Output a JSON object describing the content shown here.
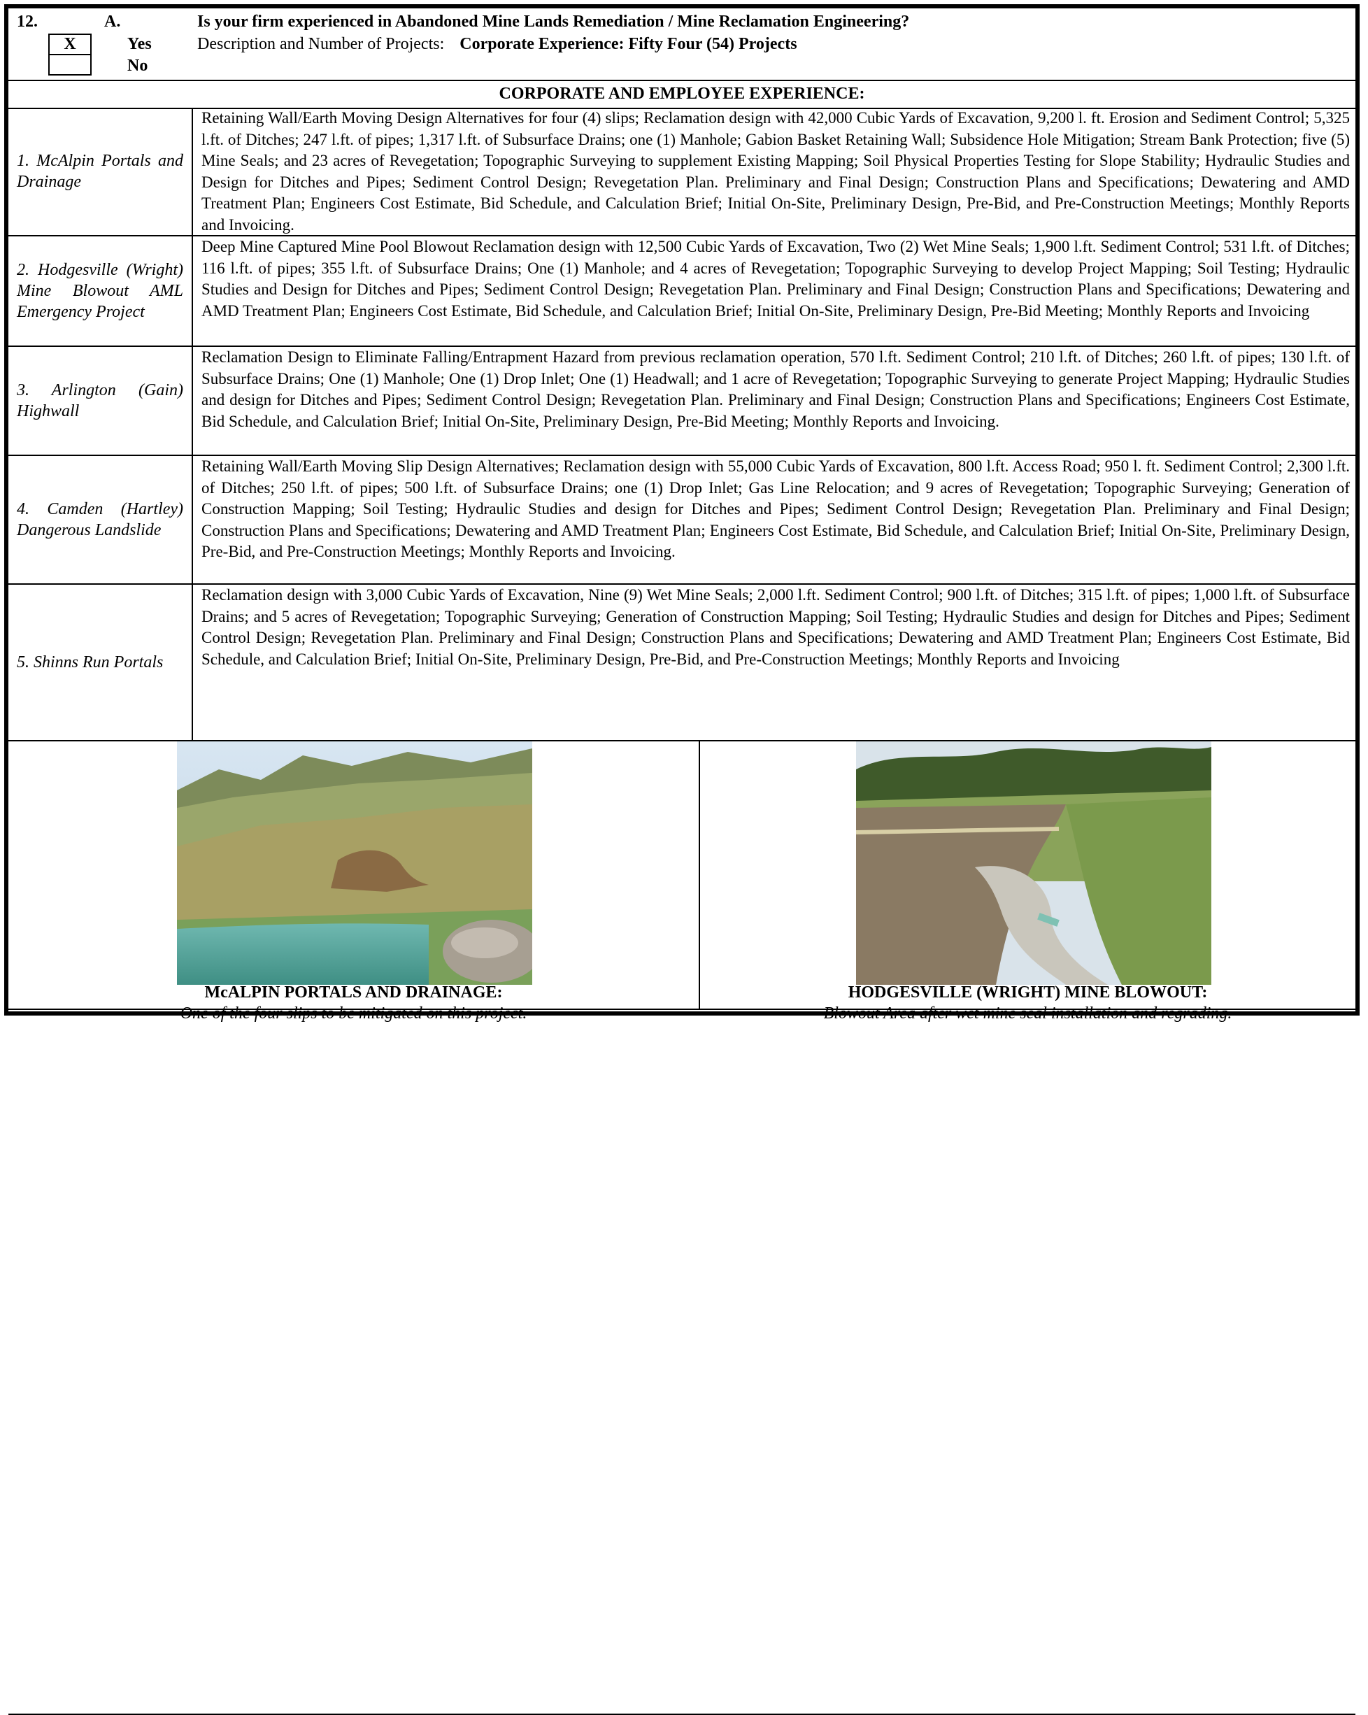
{
  "header": {
    "number": "12.",
    "letter": "A.",
    "question": "Is your firm experienced in Abandoned Mine Lands Remediation / Mine Reclamation Engineering?",
    "checkbox_yes_mark": "X",
    "checkbox_no_mark": "",
    "yes_label": "Yes",
    "no_label": "No",
    "description_label": "Description and Number of Projects:",
    "description_value": "Corporate Experience:  Fifty Four (54) Projects"
  },
  "section_title": "CORPORATE AND EMPLOYEE EXPERIENCE:",
  "projects": [
    {
      "name": "1. McAlpin Portals and Drainage",
      "description": "Retaining Wall/Earth Moving Design Alternatives for four (4) slips; Reclamation design with 42,000 Cubic Yards of Excavation, 9,200 l. ft. Erosion and Sediment Control; 5,325 l.ft. of Ditches; 247 l.ft. of pipes; 1,317 l.ft. of Subsurface Drains; one (1) Manhole;  Gabion Basket Retaining Wall; Subsidence Hole Mitigation; Stream Bank Protection; five (5) Mine Seals; and 23 acres of Revegetation; Topographic Surveying to supplement Existing Mapping; Soil Physical Properties Testing for Slope Stability; Hydraulic Studies and Design for Ditches and Pipes; Sediment Control Design; Revegetation Plan. Preliminary and Final Design; Construction Plans and Specifications; Dewatering and AMD Treatment Plan; Engineers Cost Estimate, Bid Schedule, and Calculation Brief; Initial On-Site, Preliminary Design, Pre-Bid, and Pre-Construction Meetings; Monthly Reports and Invoicing."
    },
    {
      "name": "2. Hodgesville (Wright) Mine Blowout AML Emergency Project",
      "description": "Deep Mine Captured Mine Pool Blowout Reclamation design with  12,500 Cubic Yards of Excavation, Two (2) Wet Mine Seals; 1,900 l.ft. Sediment Control; 531 l.ft. of Ditches; 116 l.ft. of pipes; 355 l.ft. of Subsurface Drains; One (1) Manhole; and 4 acres of Revegetation; Topographic Surveying to develop Project Mapping; Soil Testing; Hydraulic Studies and Design for Ditches and Pipes; Sediment Control Design; Revegetation Plan. Preliminary and Final Design; Construction Plans and Specifications; Dewatering and AMD Treatment Plan; Engineers Cost Estimate, Bid Schedule, and Calculation Brief; Initial On-Site, Preliminary Design, Pre-Bid Meeting; Monthly Reports and Invoicing"
    },
    {
      "name": "3. Arlington (Gain) Highwall",
      "description": "Reclamation Design to Eliminate Falling/Entrapment Hazard from previous reclamation operation, 570 l.ft. Sediment Control; 210 l.ft. of Ditches; 260 l.ft. of pipes; 130 l.ft. of Subsurface Drains; One (1) Manhole; One (1) Drop Inlet; One (1) Headwall; and 1 acre of Revegetation; Topographic Surveying to  generate Project Mapping; Hydraulic Studies and design for Ditches and Pipes; Sediment Control Design; Revegetation Plan. Preliminary and Final Design; Construction Plans and Specifications; Engineers Cost Estimate, Bid Schedule, and Calculation Brief; Initial On-Site, Preliminary Design, Pre-Bid Meeting; Monthly Reports and Invoicing."
    },
    {
      "name": "4. Camden (Hartley) Dangerous Landslide",
      "description": "Retaining Wall/Earth Moving Slip Design Alternatives; Reclamation design with 55,000 Cubic Yards of Excavation, 800 l.ft. Access Road; 950 l. ft. Sediment Control; 2,300 l.ft. of Ditches; 250 l.ft. of pipes; 500 l.ft. of Subsurface Drains; one (1) Drop Inlet; Gas Line Relocation; and 9 acres of Revegetation; Topographic Surveying; Generation of Construction Mapping; Soil Testing; Hydraulic Studies and design for Ditches and Pipes; Sediment Control Design; Revegetation Plan. Preliminary and Final Design; Construction Plans and Specifications; Dewatering and AMD Treatment Plan; Engineers Cost Estimate, Bid Schedule, and Calculation Brief; Initial On-Site, Preliminary Design, Pre-Bid, and Pre-Construction Meetings; Monthly Reports and Invoicing."
    },
    {
      "name": "5. Shinns Run Portals",
      "description": "Reclamation design with 3,000 Cubic Yards of Excavation, Nine (9) Wet Mine Seals; 2,000 l.ft. Sediment Control; 900 l.ft. of Ditches; 315 l.ft. of pipes; 1,000 l.ft. of Subsurface Drains; and 5 acres of Revegetation; Topographic Surveying; Generation of Construction Mapping; Soil Testing; Hydraulic Studies and design for Ditches and Pipes; Sediment Control Design; Revegetation Plan. Preliminary and Final Design; Construction Plans and Specifications; Dewatering and AMD Treatment Plan; Engineers Cost Estimate, Bid Schedule, and Calculation Brief; Initial On-Site, Preliminary Design, Pre-Bid, and Pre-Construction Meetings; Monthly Reports and Invoicing"
    }
  ],
  "photos": [
    {
      "caption_title": "McALPIN PORTALS AND DRAINAGE:",
      "caption_subtitle": "One of the four slips to be mitigated on this project."
    },
    {
      "caption_title": "HODGESVILLE (WRIGHT) MINE BLOWOUT:",
      "caption_subtitle": "Blowout Area after wet mine seal installation and regrading."
    }
  ]
}
